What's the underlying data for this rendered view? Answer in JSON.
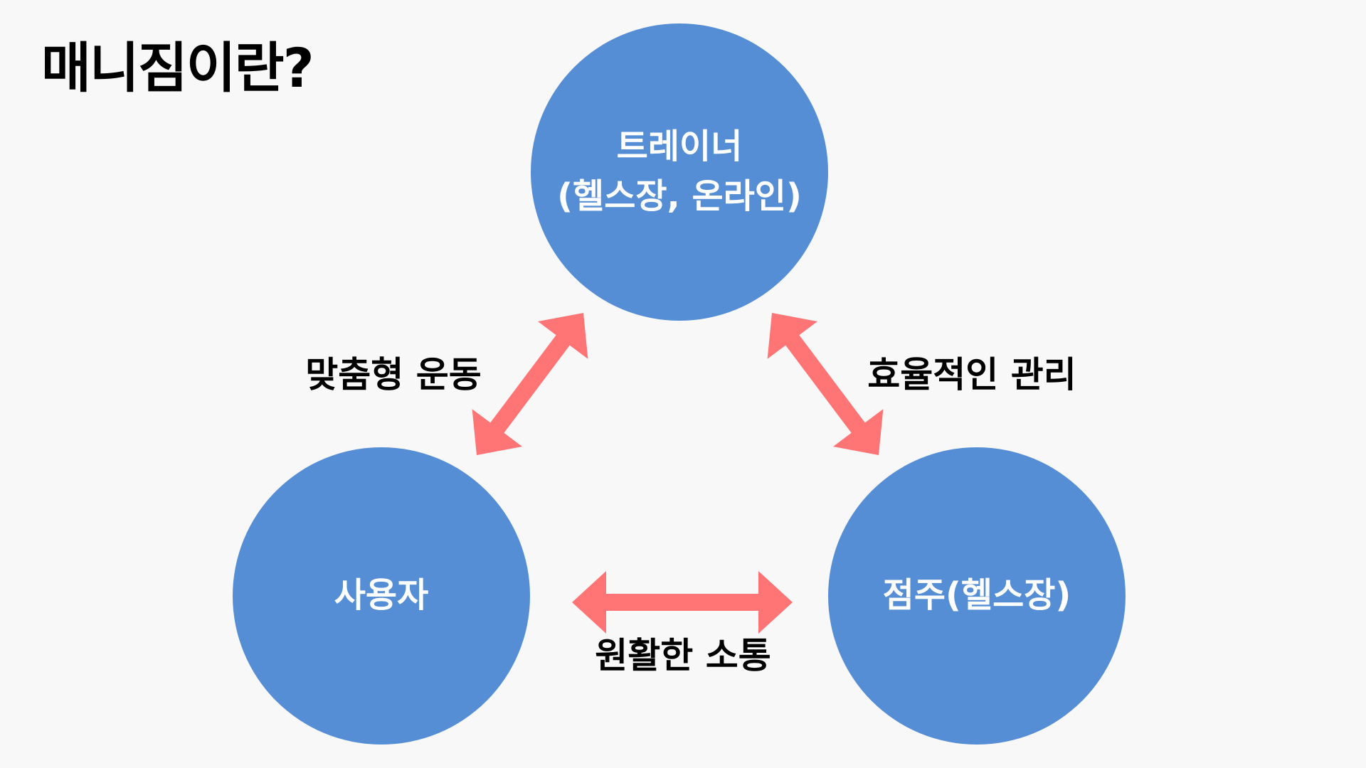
{
  "title": "매니짐이란?",
  "nodes": {
    "trainer": {
      "line1": "트레이너",
      "line2": "(헬스장, 온라인)"
    },
    "user": {
      "label": "사용자"
    },
    "owner": {
      "label": "점주(헬스장)"
    }
  },
  "relations": {
    "trainer_user": "맞춤형 운동",
    "trainer_owner": "효율적인 관리",
    "user_owner": "원활한 소통"
  },
  "colors": {
    "node": "#568ed6",
    "arrow": "#ff7575",
    "background": "#f8f8f8"
  }
}
